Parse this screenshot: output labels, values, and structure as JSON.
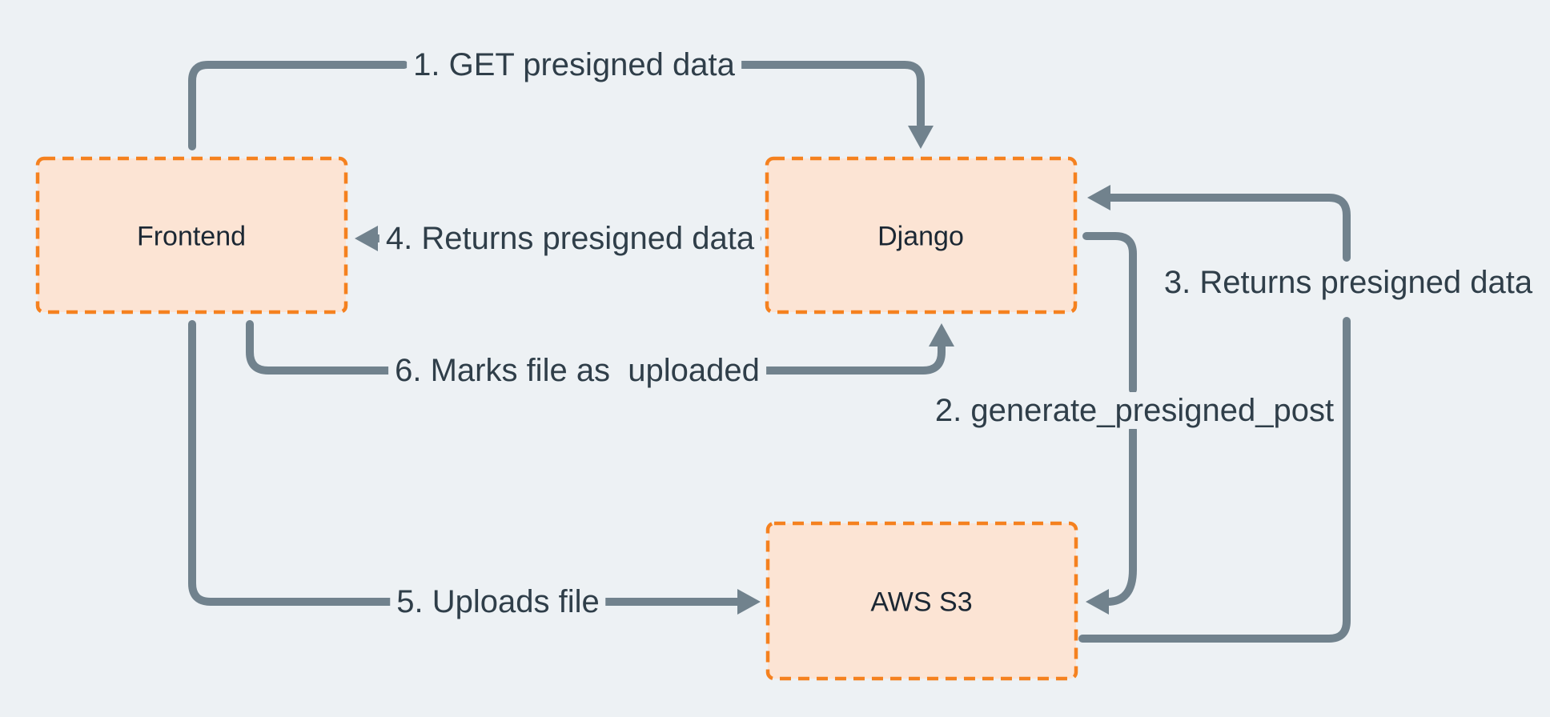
{
  "colors": {
    "background": "#EDF1F4",
    "box_fill": "#FCE4D4",
    "box_border": "#F5811F",
    "connector": "#71828D",
    "label_text": "#2F3E49",
    "node_text": "#1B2733"
  },
  "diagram": {
    "nodes": [
      {
        "id": "frontend",
        "label": "Frontend"
      },
      {
        "id": "django",
        "label": "Django"
      },
      {
        "id": "aws_s3",
        "label": "AWS S3"
      }
    ],
    "edges": [
      {
        "id": "1",
        "label": "1. GET presigned data",
        "from": "frontend",
        "to": "django"
      },
      {
        "id": "2",
        "label": "2. generate_presigned_post",
        "from": "django",
        "to": "aws_s3"
      },
      {
        "id": "3",
        "label": "3. Returns presigned data",
        "from": "aws_s3",
        "to": "django"
      },
      {
        "id": "4",
        "label": "4. Returns presigned data",
        "from": "django",
        "to": "frontend"
      },
      {
        "id": "5",
        "label": "5. Uploads file",
        "from": "frontend",
        "to": "aws_s3"
      },
      {
        "id": "6",
        "label": "6. Marks file as  uploaded",
        "from": "frontend",
        "to": "django"
      }
    ]
  }
}
